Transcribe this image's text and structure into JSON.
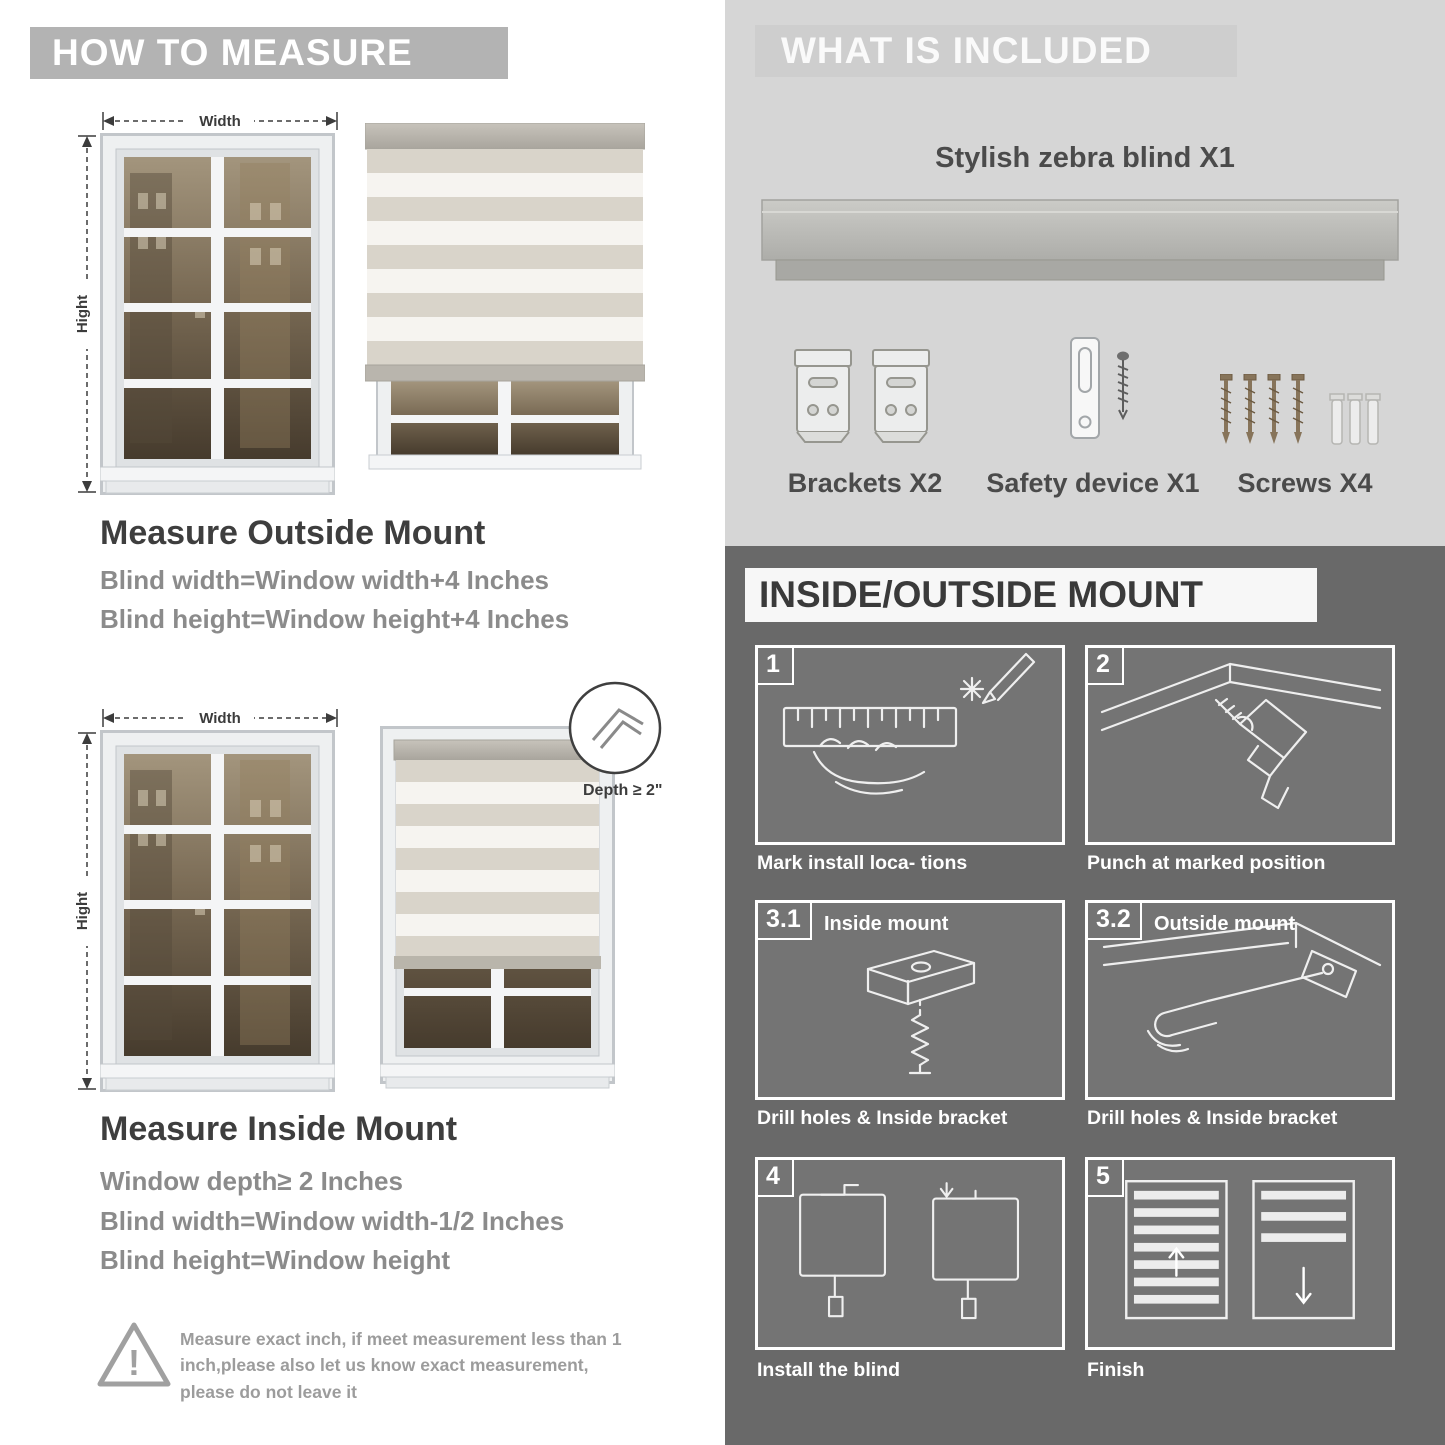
{
  "colors": {
    "left_banner_bg": "#b3b3b3",
    "right_top_bg": "#d6d6d6",
    "right_dark_bg": "#696969",
    "heading_text": "#3e3e3e",
    "body_text": "#8b8b8b",
    "caption_text": "#ffffff"
  },
  "left": {
    "banner": "HOW TO MEASURE",
    "outside": {
      "width_label": "Width",
      "height_label": "Hight",
      "heading": "Measure Outside Mount",
      "formula_width": "Blind width=Window width+4 Inches",
      "formula_height": "Blind height=Window height+4 Inches"
    },
    "inside": {
      "width_label": "Width",
      "height_label": "Hight",
      "depth_label": "Depth ≥ 2\"",
      "heading": "Measure Inside Mount",
      "depth_note": "Window depth≥ 2 Inches",
      "formula_width": "Blind width=Window width-1/2 Inches",
      "formula_height": "Blind height=Window height"
    },
    "warning": {
      "icon": "warning-triangle",
      "text": "Measure exact inch, if meet measurement less than 1 inch,please also let us know exact measurement, please do not leave it"
    }
  },
  "right": {
    "included": {
      "banner": "WHAT IS INCLUDED",
      "blind_label": "Stylish zebra blind X1",
      "items": [
        {
          "icon": "brackets-icon",
          "label": "Brackets X2"
        },
        {
          "icon": "safety-device-icon",
          "label": "Safety device X1"
        },
        {
          "icon": "screws-icon",
          "label": "Screws X4"
        }
      ]
    },
    "mount": {
      "banner": "INSIDE/OUTSIDE MOUNT",
      "steps": [
        {
          "num": "1",
          "caption": "Mark install loca- tions"
        },
        {
          "num": "2",
          "caption": "Punch at  marked position"
        },
        {
          "num": "3.1",
          "title": "Inside mount",
          "caption": "Drill holes &  Inside bracket"
        },
        {
          "num": "3.2",
          "title": "Outside mount",
          "caption": "Drill holes &  Inside bracket"
        },
        {
          "num": "4",
          "caption": "Install the blind"
        },
        {
          "num": "5",
          "caption": "Finish"
        }
      ]
    }
  }
}
